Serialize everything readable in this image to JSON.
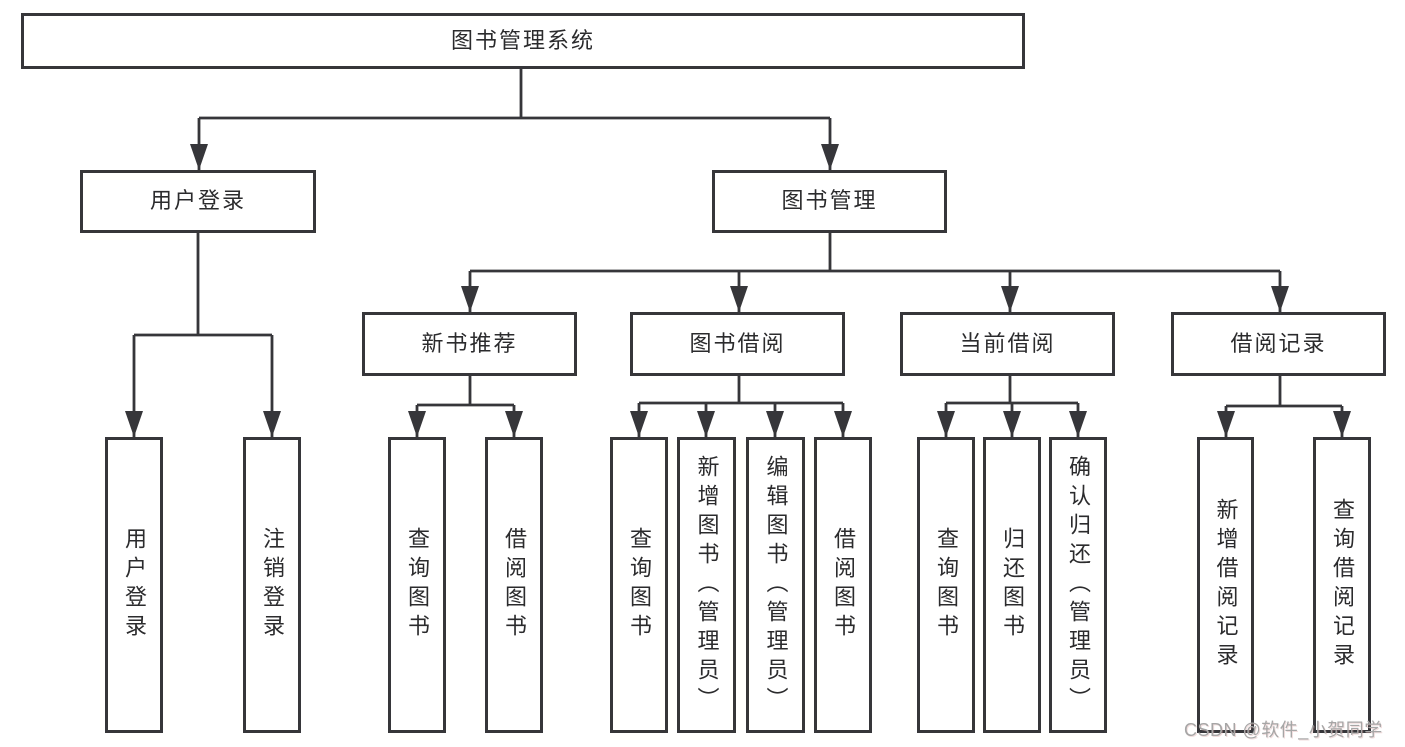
{
  "diagram": {
    "type": "hierarchy-tree",
    "colors": {
      "line": "#36363a",
      "box_border": "#36363a",
      "box_background": "#ffffff",
      "text": "#2b2b2d",
      "watermark_text_color": "#a6a6a6"
    },
    "tree": {
      "label": "图书管理系统",
      "children": [
        {
          "label": "用户登录",
          "children": [
            {
              "label": "用户登录"
            },
            {
              "label": "注销登录"
            }
          ]
        },
        {
          "label": "图书管理",
          "children": [
            {
              "label": "新书推荐",
              "children": [
                {
                  "label": "查询图书"
                },
                {
                  "label": "借阅图书"
                }
              ]
            },
            {
              "label": "图书借阅",
              "children": [
                {
                  "label": "查询图书"
                },
                {
                  "label": "新增图书（管理员）"
                },
                {
                  "label": "编辑图书（管理员）"
                },
                {
                  "label": "借阅图书"
                }
              ]
            },
            {
              "label": "当前借阅",
              "children": [
                {
                  "label": "查询图书"
                },
                {
                  "label": "归还图书"
                },
                {
                  "label": "确认归还（管理员）"
                }
              ]
            },
            {
              "label": "借阅记录",
              "children": [
                {
                  "label": "新增借阅记录"
                },
                {
                  "label": "查询借阅记录"
                }
              ]
            }
          ]
        }
      ]
    }
  },
  "nodes": {
    "root": {
      "label": "图书管理系统"
    },
    "user_login": {
      "label": "用户登录"
    },
    "book_management": {
      "label": "图书管理"
    },
    "new_book_recommend": {
      "label": "新书推荐"
    },
    "book_borrowing": {
      "label": "图书借阅"
    },
    "current_borrowing": {
      "label": "当前借阅"
    },
    "borrowing_records": {
      "label": "借阅记录"
    },
    "leaf_user_login": {
      "label": "用户登录"
    },
    "leaf_logout": {
      "label": "注销登录"
    },
    "leaf_nb_query": {
      "label": "查询图书"
    },
    "leaf_nb_borrow": {
      "label": "借阅图书"
    },
    "leaf_bb_query": {
      "label": "查询图书"
    },
    "leaf_bb_add": {
      "label": "新增图书（管理员）"
    },
    "leaf_bb_edit": {
      "label": "编辑图书（管理员）"
    },
    "leaf_bb_borrow": {
      "label": "借阅图书"
    },
    "leaf_cb_query": {
      "label": "查询图书"
    },
    "leaf_cb_return": {
      "label": "归还图书"
    },
    "leaf_cb_confirm": {
      "label": "确认归还（管理员）"
    },
    "leaf_br_add": {
      "label": "新增借阅记录"
    },
    "leaf_br_query": {
      "label": "查询借阅记录"
    }
  },
  "watermark": {
    "text": "CSDN @软件_小贺同学"
  }
}
